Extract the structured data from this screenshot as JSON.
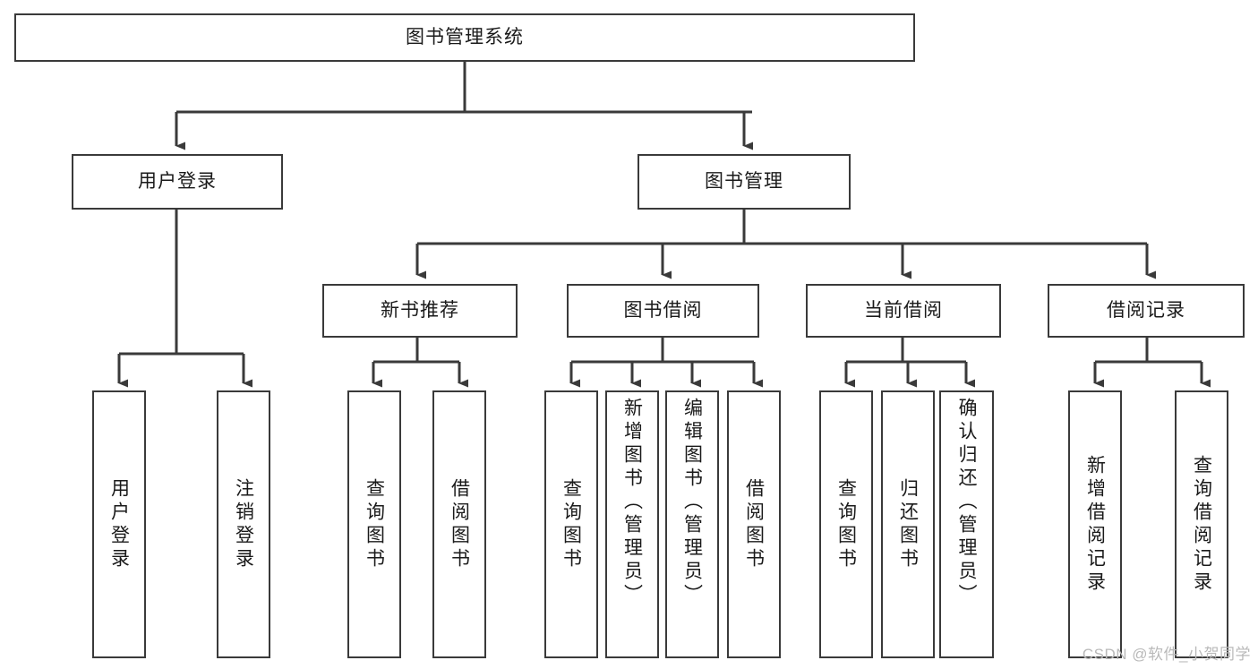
{
  "diagram": {
    "title": "图书管理系统",
    "type": "hierarchy-tree",
    "colors": {
      "background": "#ffffff",
      "box_border": "#3a3a3a",
      "connector": "#3a3a3a",
      "text": "#1a1a1a",
      "watermark": "#b9b9b9"
    },
    "root": {
      "label": "图书管理系统"
    },
    "level2": [
      {
        "label": "用户登录"
      },
      {
        "label": "图书管理"
      }
    ],
    "level3": [
      {
        "label": "新书推荐"
      },
      {
        "label": "图书借阅"
      },
      {
        "label": "当前借阅"
      },
      {
        "label": "借阅记录"
      }
    ],
    "leaves": {
      "user_login": [
        {
          "label": "用户登录"
        },
        {
          "label": "注销登录"
        }
      ],
      "new_book": [
        {
          "label": "查询图书"
        },
        {
          "label": "借阅图书"
        }
      ],
      "book_borrow": [
        {
          "label": "查询图书"
        },
        {
          "label": "新增图书（管理员）"
        },
        {
          "label": "编辑图书（管理员）"
        },
        {
          "label": "借阅图书"
        }
      ],
      "current_borrow": [
        {
          "label": "查询图书"
        },
        {
          "label": "归还图书"
        },
        {
          "label": "确认归还（管理员）"
        }
      ],
      "borrow_record": [
        {
          "label": "新增借阅记录"
        },
        {
          "label": "查询借阅记录"
        }
      ]
    },
    "watermark": "CSDN @软件_小贺同学"
  }
}
